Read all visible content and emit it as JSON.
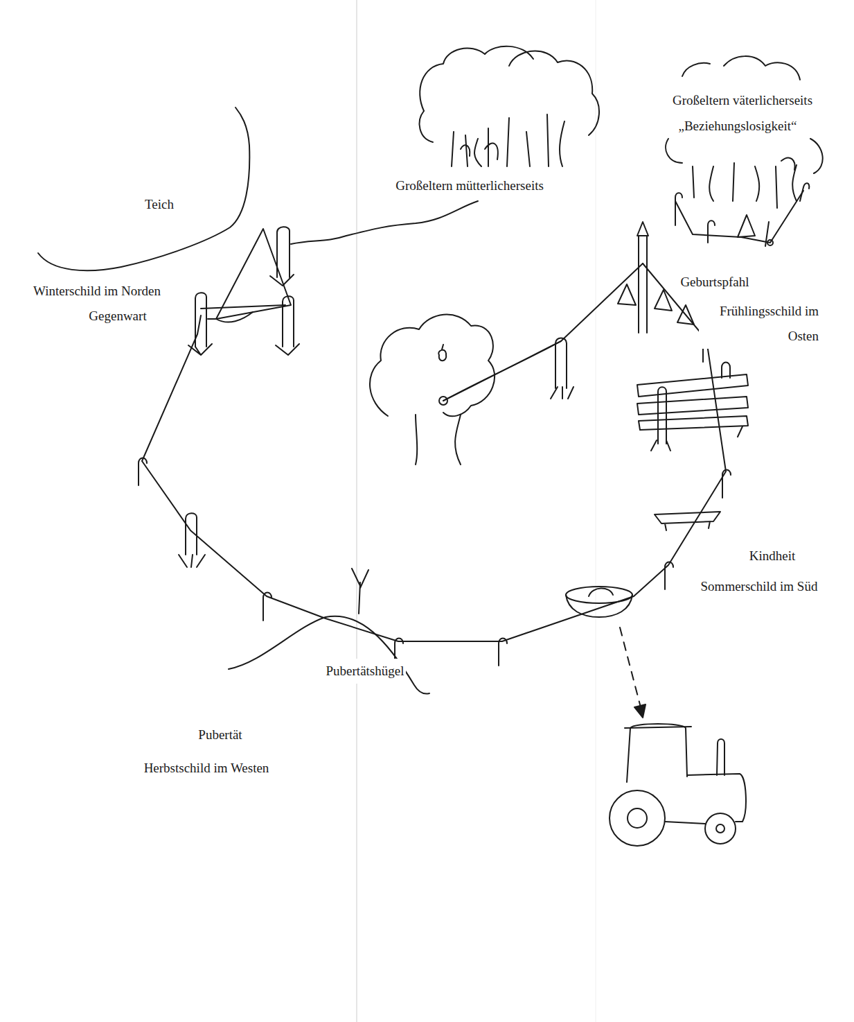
{
  "diagram": {
    "labels": [
      "Großeltern väterlicherseits",
      "„Beziehungslosigkeit“",
      "Großeltern mütterlicherseits",
      "Teich",
      "Winterschild im Norden",
      "Gegenwart",
      "Geburtspfahl",
      "Frühlingsschild im Osten",
      "Kindheit",
      "Sommerschild im Süd",
      "Pubertätshügel",
      "Pubertät",
      "Herbstschild im Westen"
    ]
  }
}
